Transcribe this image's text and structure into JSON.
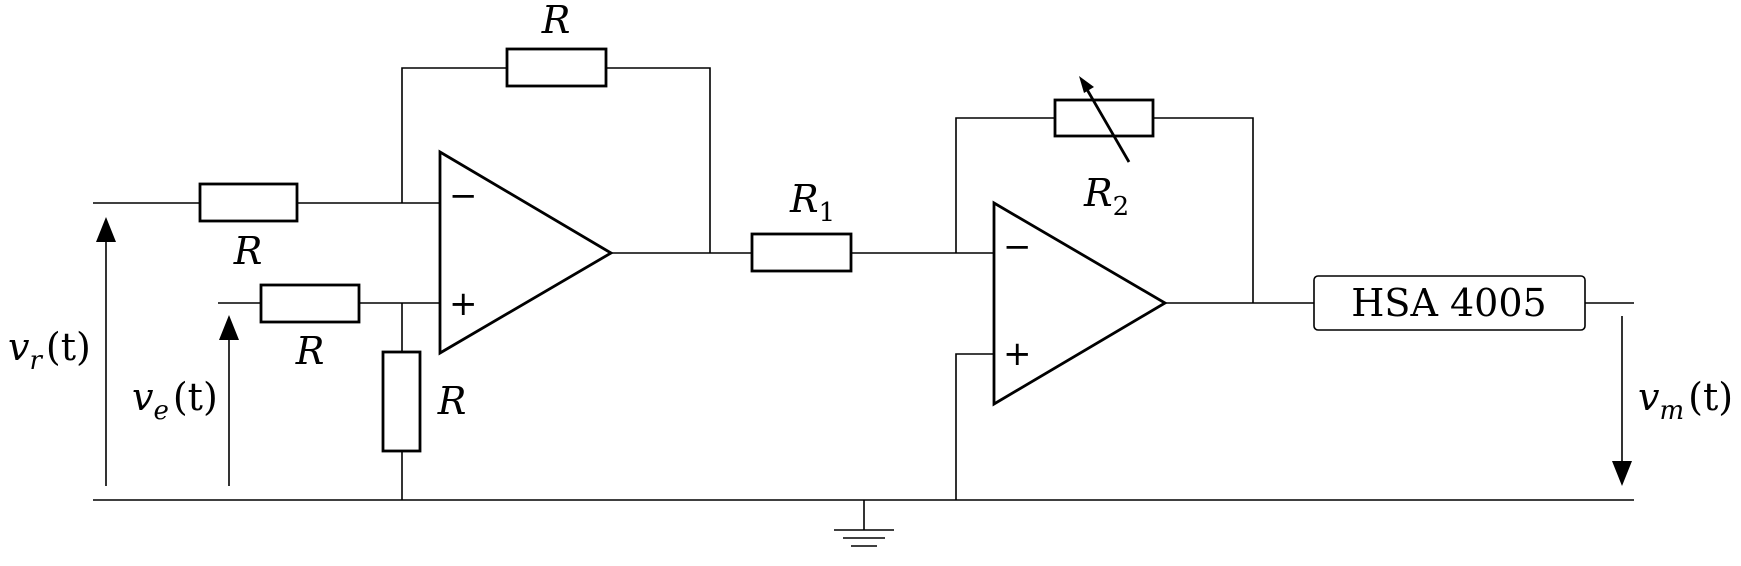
{
  "labels": {
    "r_feedback1": "R",
    "r_input_minus": "R",
    "r_input_plus": "R",
    "r_ground": "R",
    "r1": "R",
    "r1_sub": "1",
    "r2": "R",
    "r2_sub": "2",
    "opamp1_minus": "−",
    "opamp1_plus": "+",
    "opamp2_minus": "−",
    "opamp2_plus": "+",
    "block": "HSA 4005"
  },
  "voltages": {
    "vr": {
      "v": "v",
      "sub": "r",
      "arg": "(t)"
    },
    "ve": {
      "v": "v",
      "sub": "e",
      "arg": "(t)"
    },
    "vm": {
      "v": "v",
      "sub": "m",
      "arg": "(t)"
    }
  }
}
